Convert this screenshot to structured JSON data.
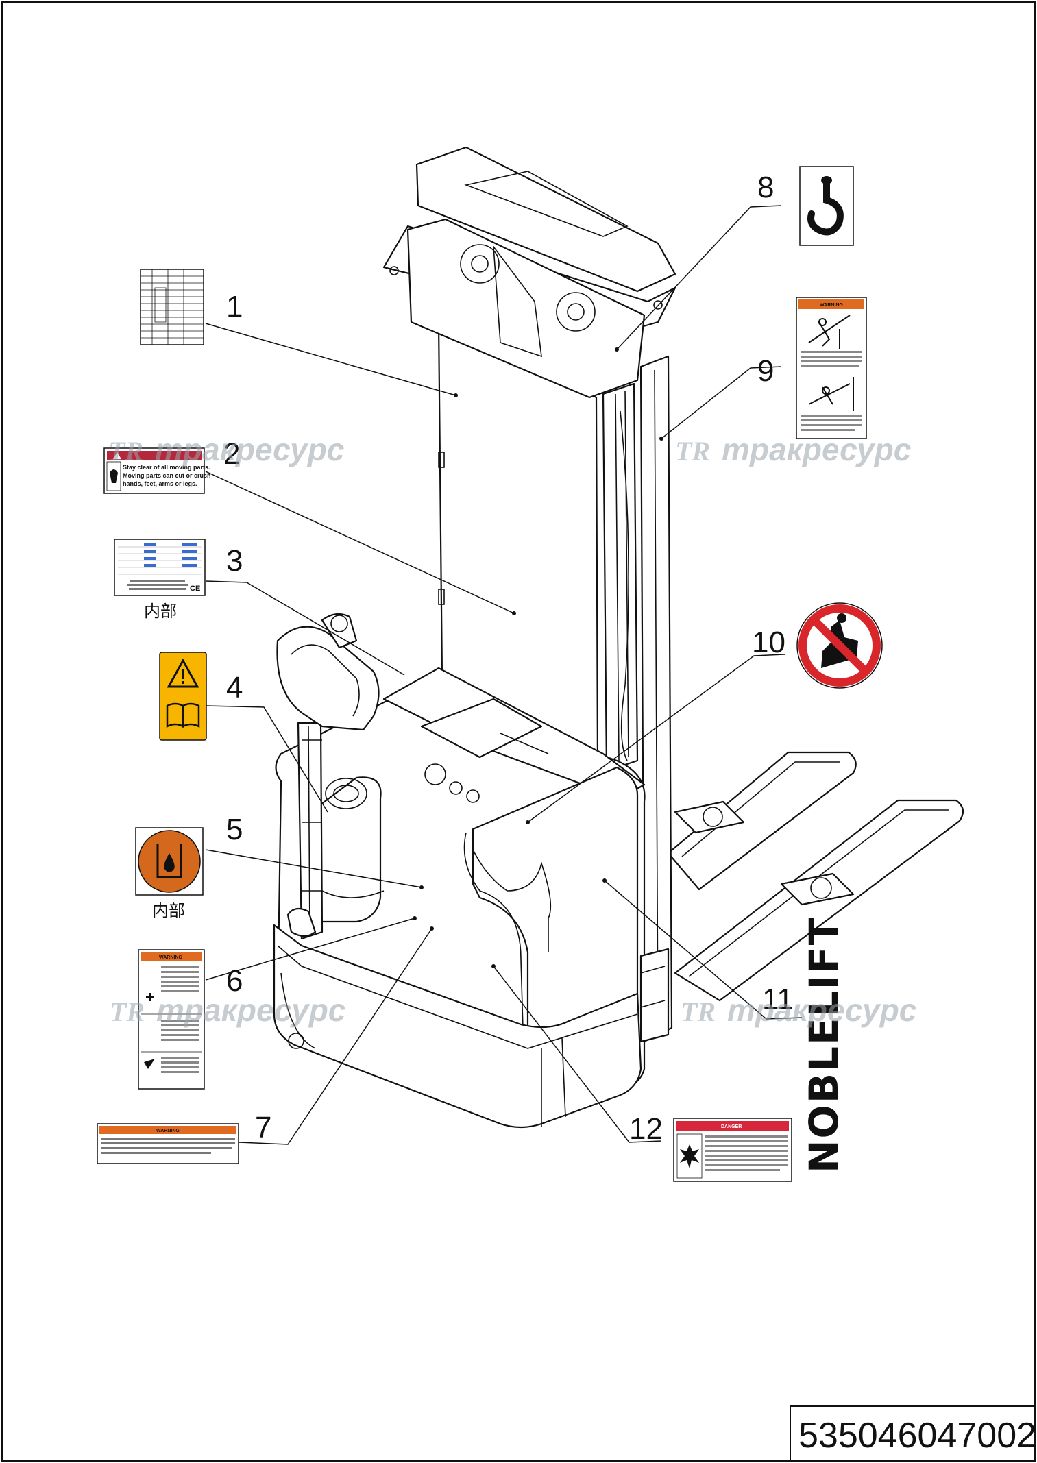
{
  "callouts": [
    {
      "num": "1"
    },
    {
      "num": "2"
    },
    {
      "num": "3"
    },
    {
      "num": "4"
    },
    {
      "num": "5"
    },
    {
      "num": "6"
    },
    {
      "num": "7"
    },
    {
      "num": "8"
    },
    {
      "num": "9"
    },
    {
      "num": "10"
    },
    {
      "num": "11"
    },
    {
      "num": "12"
    }
  ],
  "labels": {
    "caution_moving_parts": {
      "lines": [
        "Stay clear of all moving parts.",
        "Moving parts can cut or crush",
        "hands, feet, arms or legs."
      ]
    },
    "inner_mark": "内部",
    "warning_header": "WARNING",
    "danger_header": "DANGER",
    "ce_mark": "CE"
  },
  "watermarks": {
    "logo": "TR",
    "text": "тракресурс"
  },
  "brand": "NOBLELIFT",
  "document_number": "535046047002",
  "colors": {
    "warning_orange": "#e06a1f",
    "danger_red": "#d8263a",
    "caution_red": "#b5283c",
    "sign_yellow": "#f7b500",
    "drop_orange": "#d4681c",
    "prohibit_red": "#d8262b",
    "watermark_gray": "#9aa4ad"
  },
  "icons": [
    "hook-icon",
    "warning-triangle-icon",
    "manual-book-icon",
    "oil-drop-icon",
    "no-riding-icon",
    "explosion-icon",
    "ce-mark-icon"
  ]
}
